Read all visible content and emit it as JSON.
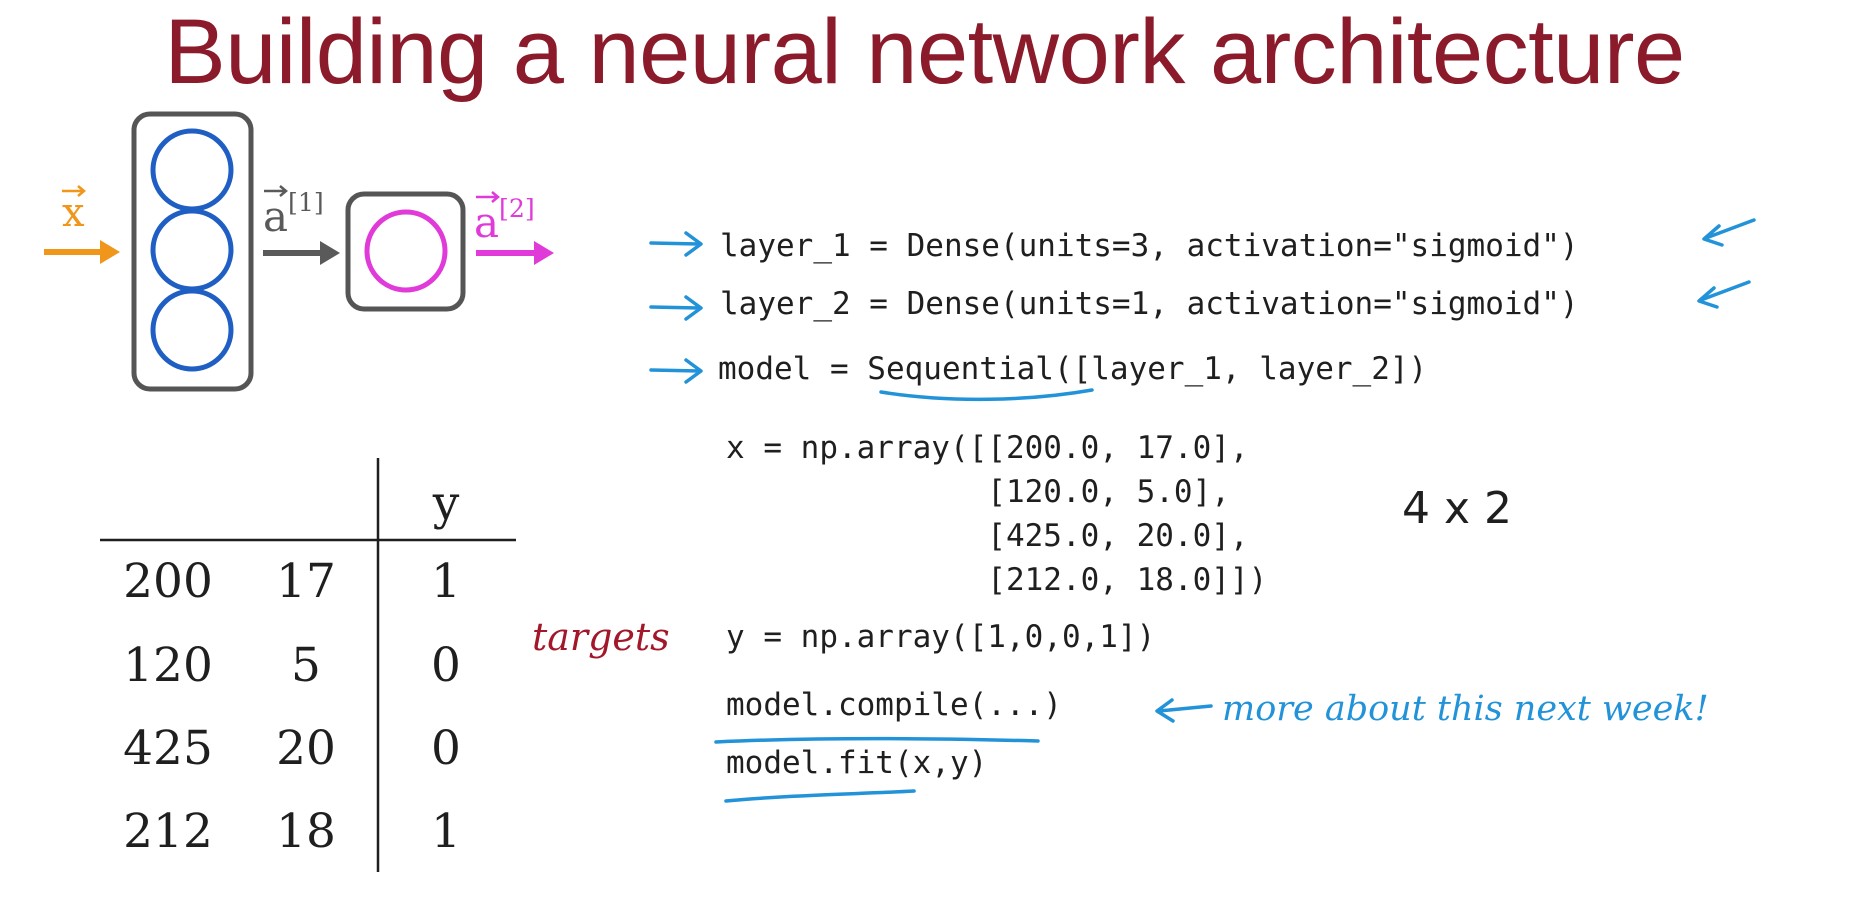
{
  "title": "Building a neural network architecture",
  "network": {
    "input_label": "x",
    "hidden_label": "a",
    "hidden_sup": "[1]",
    "output_label": "a",
    "output_sup": "[2]",
    "colors": {
      "input": "#f0961b",
      "hidden_unit": "#1f5fc4",
      "output_unit": "#e03ad9",
      "layer_box": "#555555",
      "hidden_arrow": "#5a5a5a"
    }
  },
  "code": {
    "layer_1": "layer_1 = Dense(units=3, activation=\"sigmoid\")",
    "layer_2": "layer_2 = Dense(units=1, activation=\"sigmoid\")",
    "model": "model = Sequential([layer_1, layer_2])",
    "x_lines": [
      "x = np.array([[200.0, 17.0],",
      "              [120.0, 5.0],",
      "              [425.0, 20.0],",
      "              [212.0, 18.0]])"
    ],
    "y_line": "y = np.array([1,0,0,1])",
    "compile": "model.compile(...)",
    "fit": "model.fit(x,y)"
  },
  "shape_note": "4 x 2",
  "table": {
    "header_y": "y",
    "rows": [
      [
        "200",
        "17",
        "1"
      ],
      [
        "120",
        "5",
        "0"
      ],
      [
        "425",
        "20",
        "0"
      ],
      [
        "212",
        "18",
        "1"
      ]
    ]
  },
  "annotations": {
    "targets": "targets",
    "next_week": "more about this next week!",
    "ink_color": "#2293d8"
  }
}
